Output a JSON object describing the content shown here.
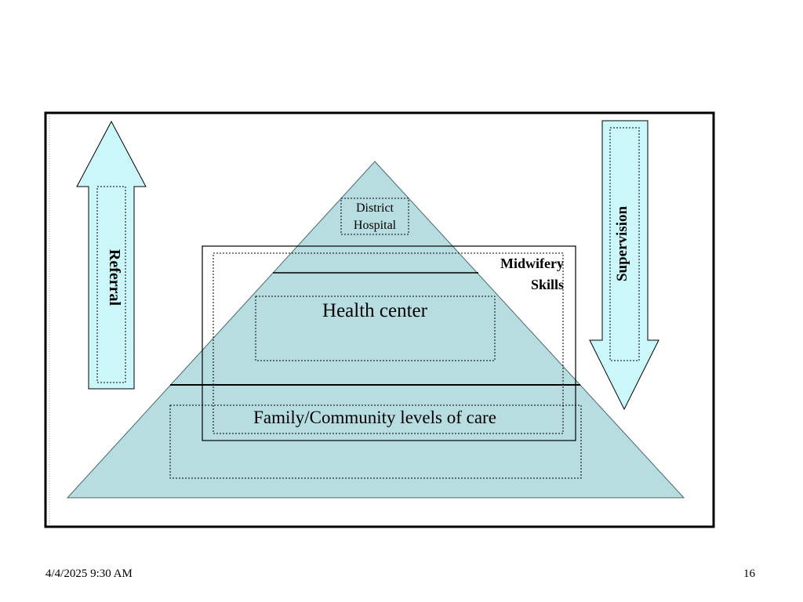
{
  "diagram": {
    "pyramid_levels": {
      "top": "District",
      "top_line2": "Hospital",
      "middle": "Health center",
      "bottom": "Family/Community levels of care"
    },
    "overlay_label_line1": "Midwifery",
    "overlay_label_line2": "Skills",
    "left_arrow_label": "Referral",
    "right_arrow_label": "Supervision",
    "colors": {
      "pyramid_fill": "#b7dde0",
      "arrow_fill": "#ccf7fa",
      "outline": "#000000"
    }
  },
  "footer": {
    "date": "4/4/2025 9:30 AM",
    "page_number": "16"
  }
}
